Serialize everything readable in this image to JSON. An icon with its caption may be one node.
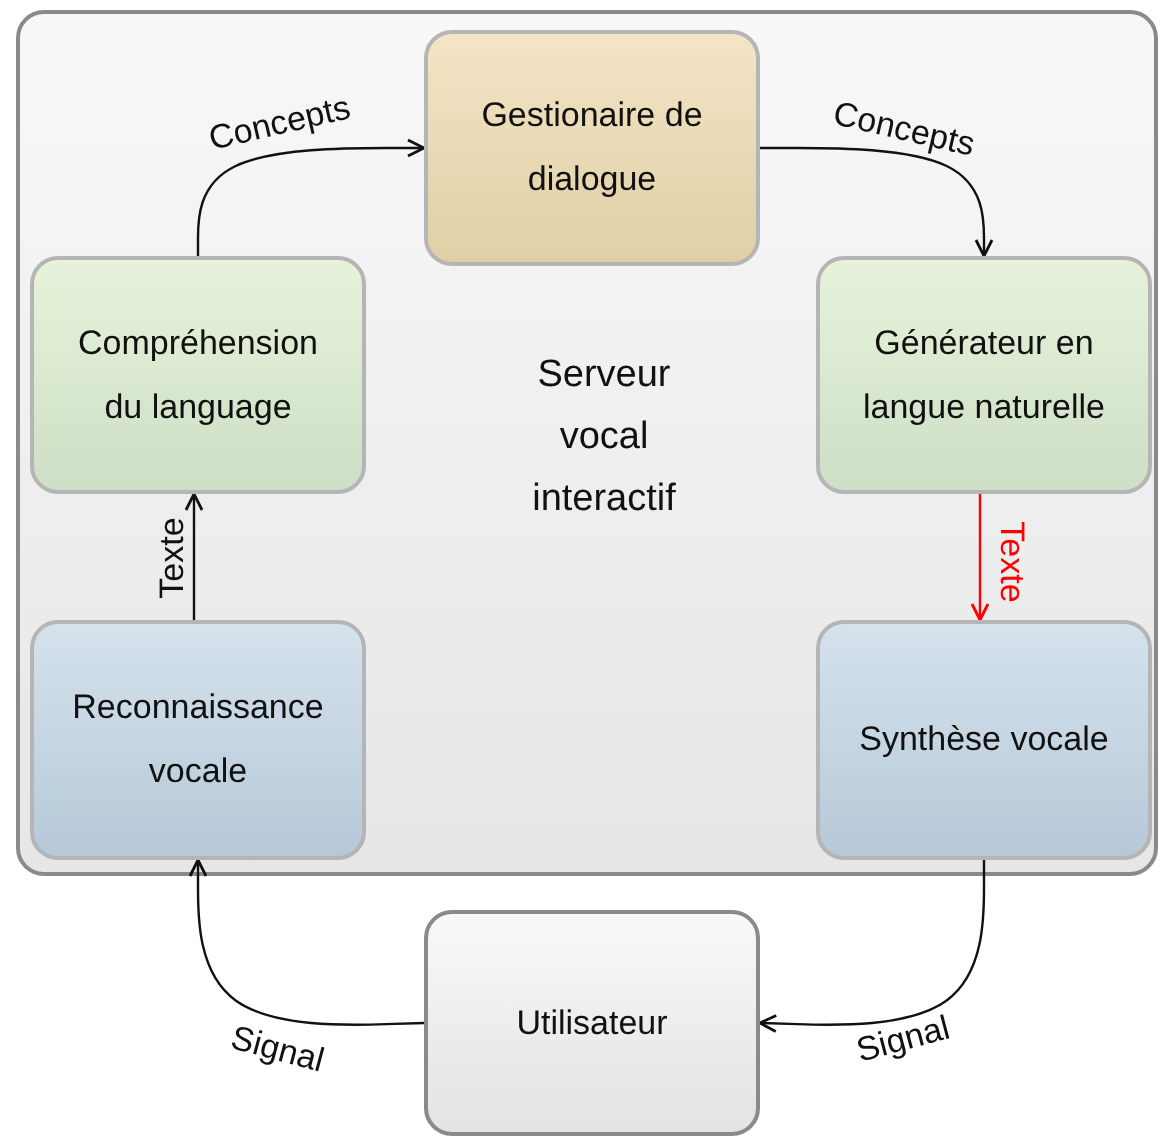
{
  "diagram": {
    "nodes": [
      {
        "text": [
          "Serveur vocal interactif"
        ]
      },
      {
        "text": [
          "Gestionaire de dialogue"
        ],
        "in": 0
      },
      {
        "text": [
          "Compréhension du language"
        ],
        "in": 0
      },
      {
        "text": [
          "Générateur en langue naturelle"
        ],
        "in": 0
      },
      {
        "text": [
          "Reconnaissance vocale"
        ],
        "in": 0
      },
      {
        "text": [
          "Synthèse vocale"
        ],
        "in": 0
      },
      {
        "text": [
          "Utilisateur"
        ]
      }
    ],
    "edges": [
      {
        "from": 2,
        "to": 1,
        "label": "Concepts",
        "arrow": "to"
      },
      {
        "from": 1,
        "to": 3,
        "label": "Concepts",
        "arrow": "to"
      },
      {
        "from": 4,
        "to": 2,
        "label": "Texte",
        "arrow": "to"
      },
      {
        "from": 3,
        "to": 5,
        "label": "Texte",
        "arrow": "to",
        "color": "#ff0000"
      },
      {
        "from": 5,
        "to": 6,
        "label": "Signal",
        "arrow": "to"
      },
      {
        "from": 6,
        "to": 4,
        "label": "Signal",
        "arrow": "to"
      }
    ]
  }
}
